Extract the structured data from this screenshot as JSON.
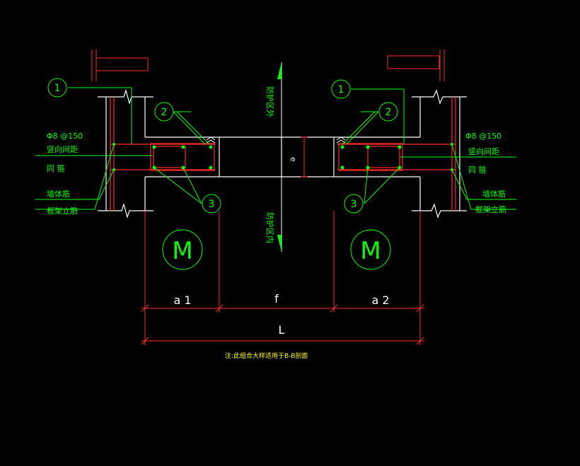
{
  "colors": {
    "background": "#000000",
    "outline": "#ffffff",
    "rebar": "#ff2a2a",
    "annotation": "#00ff00",
    "dimension": "#ff2a2a",
    "dim_text": "#ffffff",
    "note": "#ffff00"
  },
  "callouts": {
    "left": [
      {
        "number": "1"
      },
      {
        "number": "2"
      },
      {
        "number": "3"
      }
    ],
    "right": [
      {
        "number": "1"
      },
      {
        "number": "2"
      },
      {
        "number": "3"
      }
    ]
  },
  "labels": {
    "left": {
      "bar_spec": "Φ8 @150",
      "spacing": "竖向间距",
      "stirrup": "同 箍",
      "wall_bar": "墙体筋",
      "frame_bar": "框架立筋"
    },
    "right": {
      "bar_spec": "Φ8 @150",
      "spacing": "竖向间距",
      "stirrup": "同 箍",
      "wall_bar": "墙体筋",
      "frame_bar": "框架立筋"
    },
    "top_vertical": "防护区外",
    "bottom_vertical": "防护区内",
    "gap_symbol": "e"
  },
  "machine_symbols": {
    "left": "M",
    "right": "M"
  },
  "dimensions": {
    "a1": "a 1",
    "f": "f",
    "a2": "a 2",
    "L": "L"
  },
  "note": "注:此组合大样适用于B-B剖面"
}
